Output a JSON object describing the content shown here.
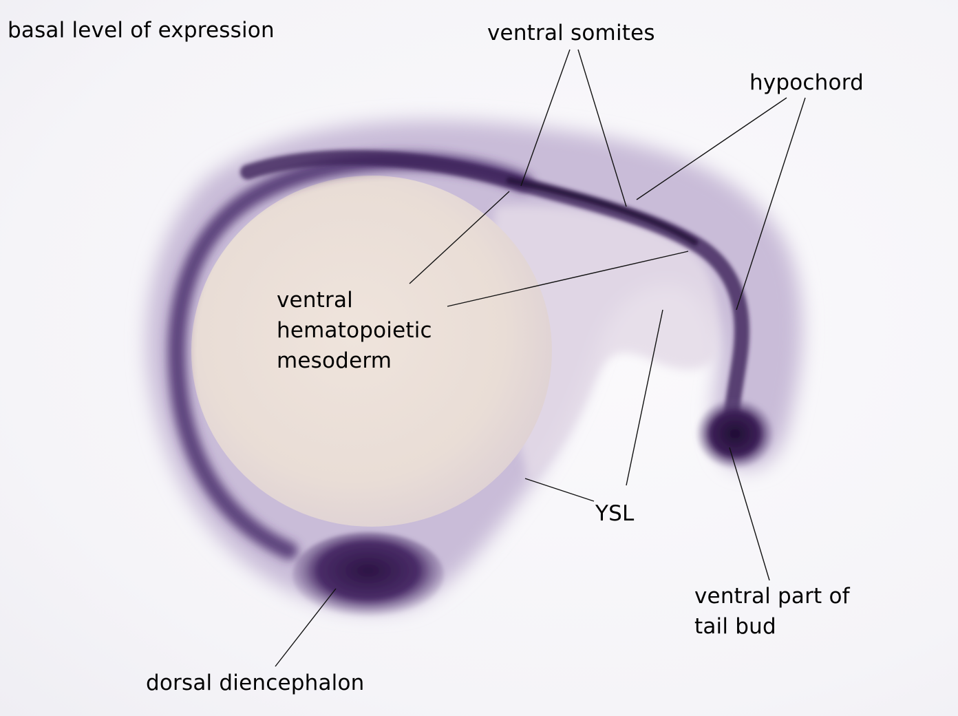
{
  "labels": {
    "basal": "basal level of expression",
    "somites": "ventral somites",
    "hypochord": "hypochord",
    "vhm": [
      "ventral",
      "hematopoietic",
      "mesoderm"
    ],
    "ysl": "YSL",
    "tailbud": [
      "ventral part of",
      "tail bud"
    ],
    "diencephalon": "dorsal diencephalon"
  },
  "colors": {
    "background": "#f7f6f9",
    "yolk": "#ede2da",
    "stain_light": "#b7a9c8",
    "stain_dark": "#2e1647",
    "leader_line": "#111111",
    "text": "#000000"
  }
}
